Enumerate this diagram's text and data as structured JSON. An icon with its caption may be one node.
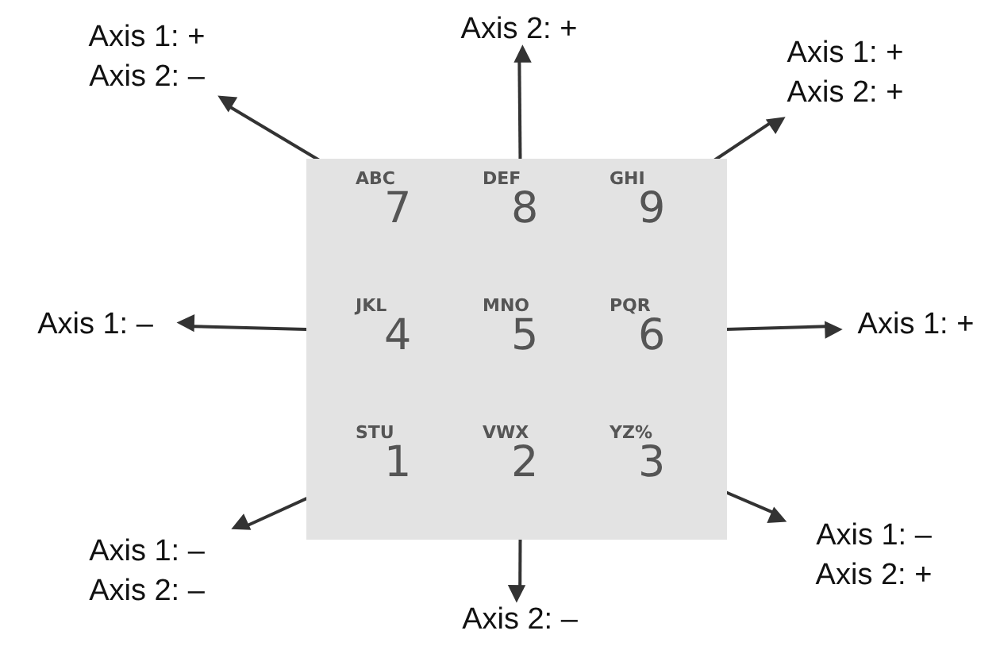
{
  "diagram": {
    "nodes": [
      {
        "text": [
          "Axis 1: +",
          "Axis 2: –"
        ]
      },
      {
        "text": [
          "Axis 2: +"
        ]
      },
      {
        "text": [
          "Axis 1: +",
          "Axis 2: +"
        ]
      },
      {
        "text": [],
        "shape": "box"
      },
      {
        "text": [
          "ABC",
          "7"
        ],
        "in": 3
      },
      {
        "text": [
          "DEF",
          "8"
        ],
        "in": 3
      },
      {
        "text": [
          "GHI",
          "9"
        ],
        "in": 3
      },
      {
        "text": [
          "JKL",
          "4"
        ],
        "in": 3
      },
      {
        "text": [
          "MNO",
          "5"
        ],
        "in": 3
      },
      {
        "text": [
          "PQR",
          "6"
        ],
        "in": 3
      },
      {
        "text": [
          "STU",
          "1"
        ],
        "in": 3
      },
      {
        "text": [
          "VWX",
          "2"
        ],
        "in": 3
      },
      {
        "text": [
          "YZ%",
          "3"
        ],
        "in": 3
      },
      {
        "text": [
          "Axis 1: –"
        ]
      },
      {
        "text": [
          "Axis 1: +"
        ]
      },
      {
        "text": [
          "Axis 1: –",
          "Axis 2: –"
        ]
      },
      {
        "text": [
          "Axis 2: –"
        ]
      },
      {
        "text": [
          "Axis 1: –",
          "Axis 2: +"
        ]
      }
    ],
    "edges": [
      {
        "from": 4,
        "to": 0,
        "arrow": "to"
      },
      {
        "from": 5,
        "to": 1,
        "arrow": "to"
      },
      {
        "from": 6,
        "to": 2,
        "arrow": "to"
      },
      {
        "from": 7,
        "to": 13,
        "arrow": "to"
      },
      {
        "from": 9,
        "to": 14,
        "arrow": "to"
      },
      {
        "from": 10,
        "to": 15,
        "arrow": "to"
      },
      {
        "from": 11,
        "to": 16,
        "arrow": "to"
      },
      {
        "from": 12,
        "to": 17,
        "arrow": "to"
      }
    ]
  }
}
